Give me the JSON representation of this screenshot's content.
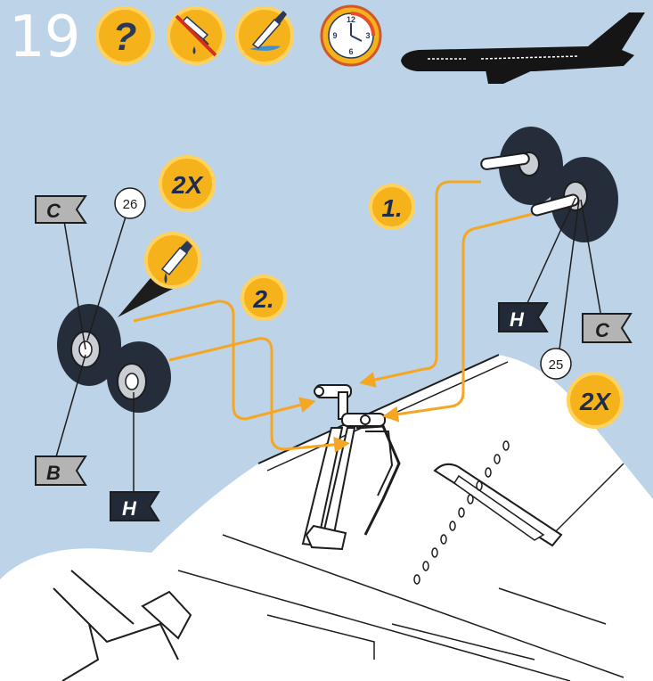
{
  "header": {
    "step_number": "19",
    "icons": [
      "question-icon",
      "no-glue-icon",
      "paint-brush-icon",
      "clock-icon"
    ],
    "clock_numbers": [
      "12",
      "3",
      "6",
      "9"
    ]
  },
  "annotations": {
    "order_1": "1.",
    "order_2": "2.",
    "qty_left": "2X",
    "qty_right": "2X",
    "part_left": "26",
    "part_right": "25"
  },
  "flags": {
    "left_top": "C",
    "left_bottom_b": "B",
    "left_bottom_h": "H",
    "right_h": "H",
    "right_c": "C"
  },
  "colors": {
    "background": "#bdd3e8",
    "badge": "#f6b21b",
    "badge_ring": "#ffd25e",
    "arrow": "#f5a623",
    "flag": "#b4b4b4",
    "flag_dark": "#222a38",
    "tire": "#262d3a"
  }
}
